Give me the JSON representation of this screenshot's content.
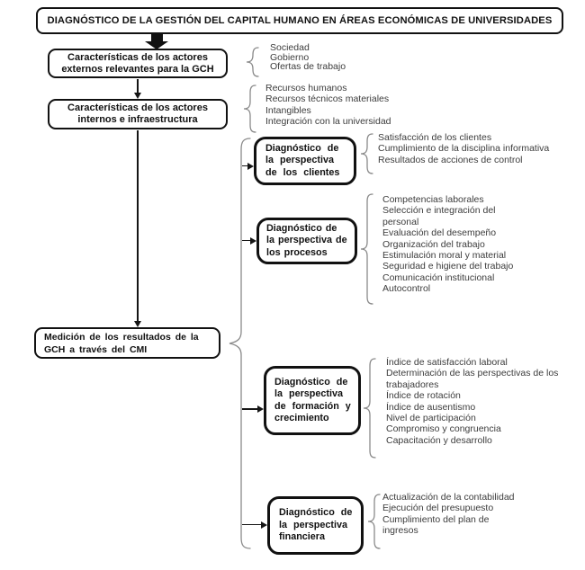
{
  "title": "DIAGNÓSTICO DE LA GESTIÓN DEL CAPITAL HUMANO EN ÁREAS ECONÓMICAS DE UNIVERSIDADES",
  "colors": {
    "background": "#ffffff",
    "box_border": "#111111",
    "box_text": "#111111",
    "list_text": "#3c3c3c",
    "brace": "#8a8a8a",
    "arrow": "#151515"
  },
  "nodes": {
    "externos": {
      "label": "Características de los actores\nexternos relevantes para la GCH",
      "items": [
        "Sociedad",
        "Gobierno",
        "Ofertas de trabajo"
      ]
    },
    "internos": {
      "label": "Características de los actores\ninternos e infraestructura",
      "items": [
        "Recursos humanos",
        "Recursos técnicos materiales",
        "Intangibles",
        "Integración con la universidad"
      ]
    },
    "medicion": {
      "label": "Medición de los resultados de la\nGCH a través del CMI"
    },
    "clientes": {
      "label": "Diagnóstico de\nla perspectiva\nde los clientes",
      "items": [
        "Satisfacción  de los clientes",
        "Cumplimiento de la disciplina informativa",
        "Resultados de acciones de control"
      ]
    },
    "procesos": {
      "label": "Diagnóstico de\nla perspectiva de\nlos procesos",
      "items": [
        "Competencias laborales",
        "Selección e integración del\npersonal",
        "Evaluación del desempeño",
        "Organización del trabajo",
        "Estimulación moral y material",
        "Seguridad e higiene del trabajo",
        "Comunicación institucional",
        "Autocontrol"
      ]
    },
    "formacion": {
      "label": "Diagnóstico de\nla perspectiva\nde formación y\ncrecimiento",
      "items": [
        "Índice de satisfacción laboral",
        "Determinación de las perspectivas de los\ntrabajadores",
        "Índice de rotación",
        "Índice de ausentismo",
        "Nivel de participación",
        "Compromiso y congruencia",
        "Capacitación y desarrollo"
      ]
    },
    "financiera": {
      "label": "Diagnóstico de\nla perspectiva\nfinanciera",
      "items": [
        "Actualización de la contabilidad",
        "Ejecución del presupuesto",
        "Cumplimiento del plan de\ningresos"
      ]
    }
  }
}
